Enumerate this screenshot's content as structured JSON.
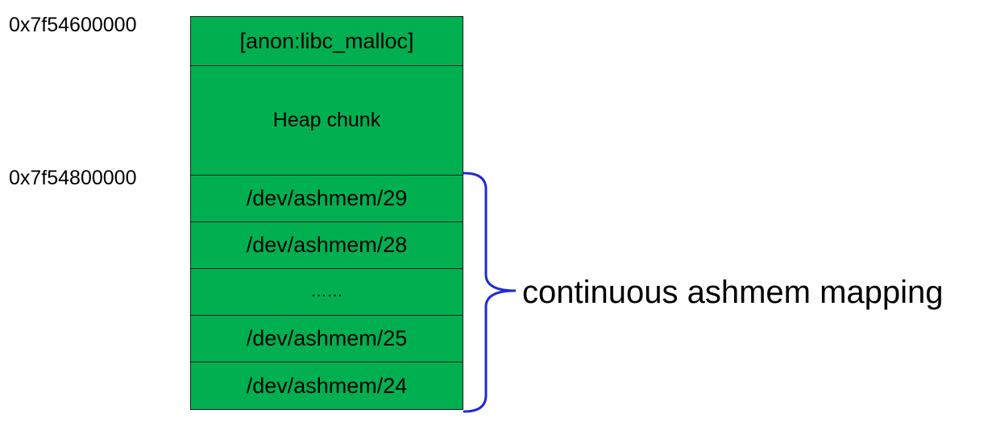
{
  "addresses": {
    "top": "0x7f54600000",
    "mid": "0x7f54800000"
  },
  "segments": [
    "[anon:libc_malloc]",
    "Heap chunk",
    "/dev/ashmem/29",
    "/dev/ashmem/28",
    "……",
    "/dev/ashmem/25",
    "/dev/ashmem/24"
  ],
  "colors": {
    "segment_fill": "#00b050",
    "segment_border": "#1e1e1e",
    "brace": "#1f2bd6"
  },
  "brace": {
    "label": "continuous ashmem mapping"
  }
}
